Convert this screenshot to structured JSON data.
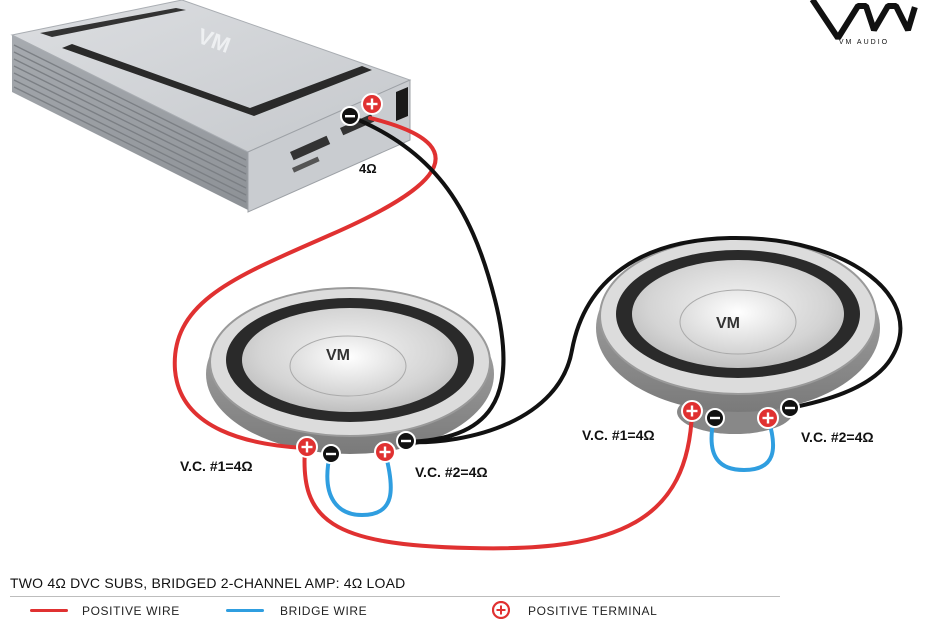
{
  "brand": {
    "logo_text": "VM",
    "tagline": "VM AUDIO"
  },
  "amplifier": {
    "logo_text": "VM",
    "output_label": "4Ω"
  },
  "subwoofers": [
    {
      "vc1_label": "V.C. #1=4Ω",
      "vc2_label": "V.C. #2=4Ω",
      "logo_text": "VM"
    },
    {
      "vc1_label": "V.C. #1=4Ω",
      "vc2_label": "V.C. #2=4Ω",
      "logo_text": "VM"
    }
  ],
  "caption": "TWO 4Ω DVC SUBS, BRIDGED 2-CHANNEL AMP: 4Ω LOAD",
  "legend": {
    "positive_wire": "POSITIVE WIRE",
    "bridge_wire": "BRIDGE WIRE",
    "positive_terminal": "POSITIVE TERMINAL"
  },
  "colors": {
    "positive_wire": "#e03131",
    "negative_wire": "#111111",
    "bridge_wire": "#2f9ee0",
    "positive_terminal": "#e03131",
    "amp_body": "#b9bcc0"
  }
}
